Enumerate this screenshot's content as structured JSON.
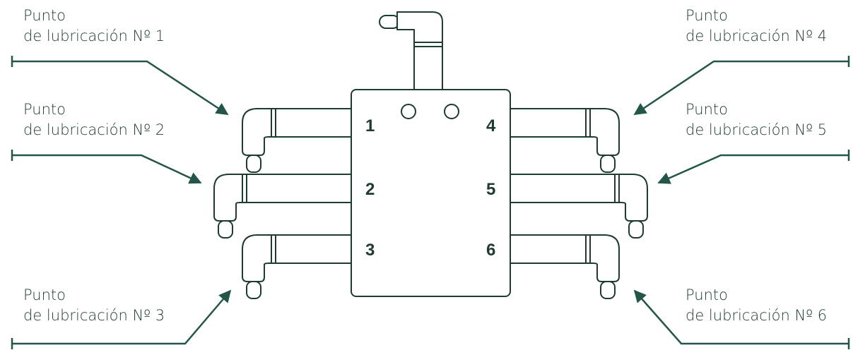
{
  "colors": {
    "ink": "#1e3b33",
    "accent": "#235548",
    "background": "#ffffff"
  },
  "points": [
    {
      "id": 1,
      "line1": "Punto",
      "line2": "de lubricación Nº 1",
      "port": "1"
    },
    {
      "id": 2,
      "line1": "Punto",
      "line2": "de lubricación Nº 2",
      "port": "2"
    },
    {
      "id": 3,
      "line1": "Punto",
      "line2": "de lubricación Nº 3",
      "port": "3"
    },
    {
      "id": 4,
      "line1": "Punto",
      "line2": "de lubricación Nº 4",
      "port": "4"
    },
    {
      "id": 5,
      "line1": "Punto",
      "line2": "de lubricación Nº 5",
      "port": "5"
    },
    {
      "id": 6,
      "line1": "Punto",
      "line2": "de lubricación Nº 6",
      "port": "6"
    }
  ]
}
